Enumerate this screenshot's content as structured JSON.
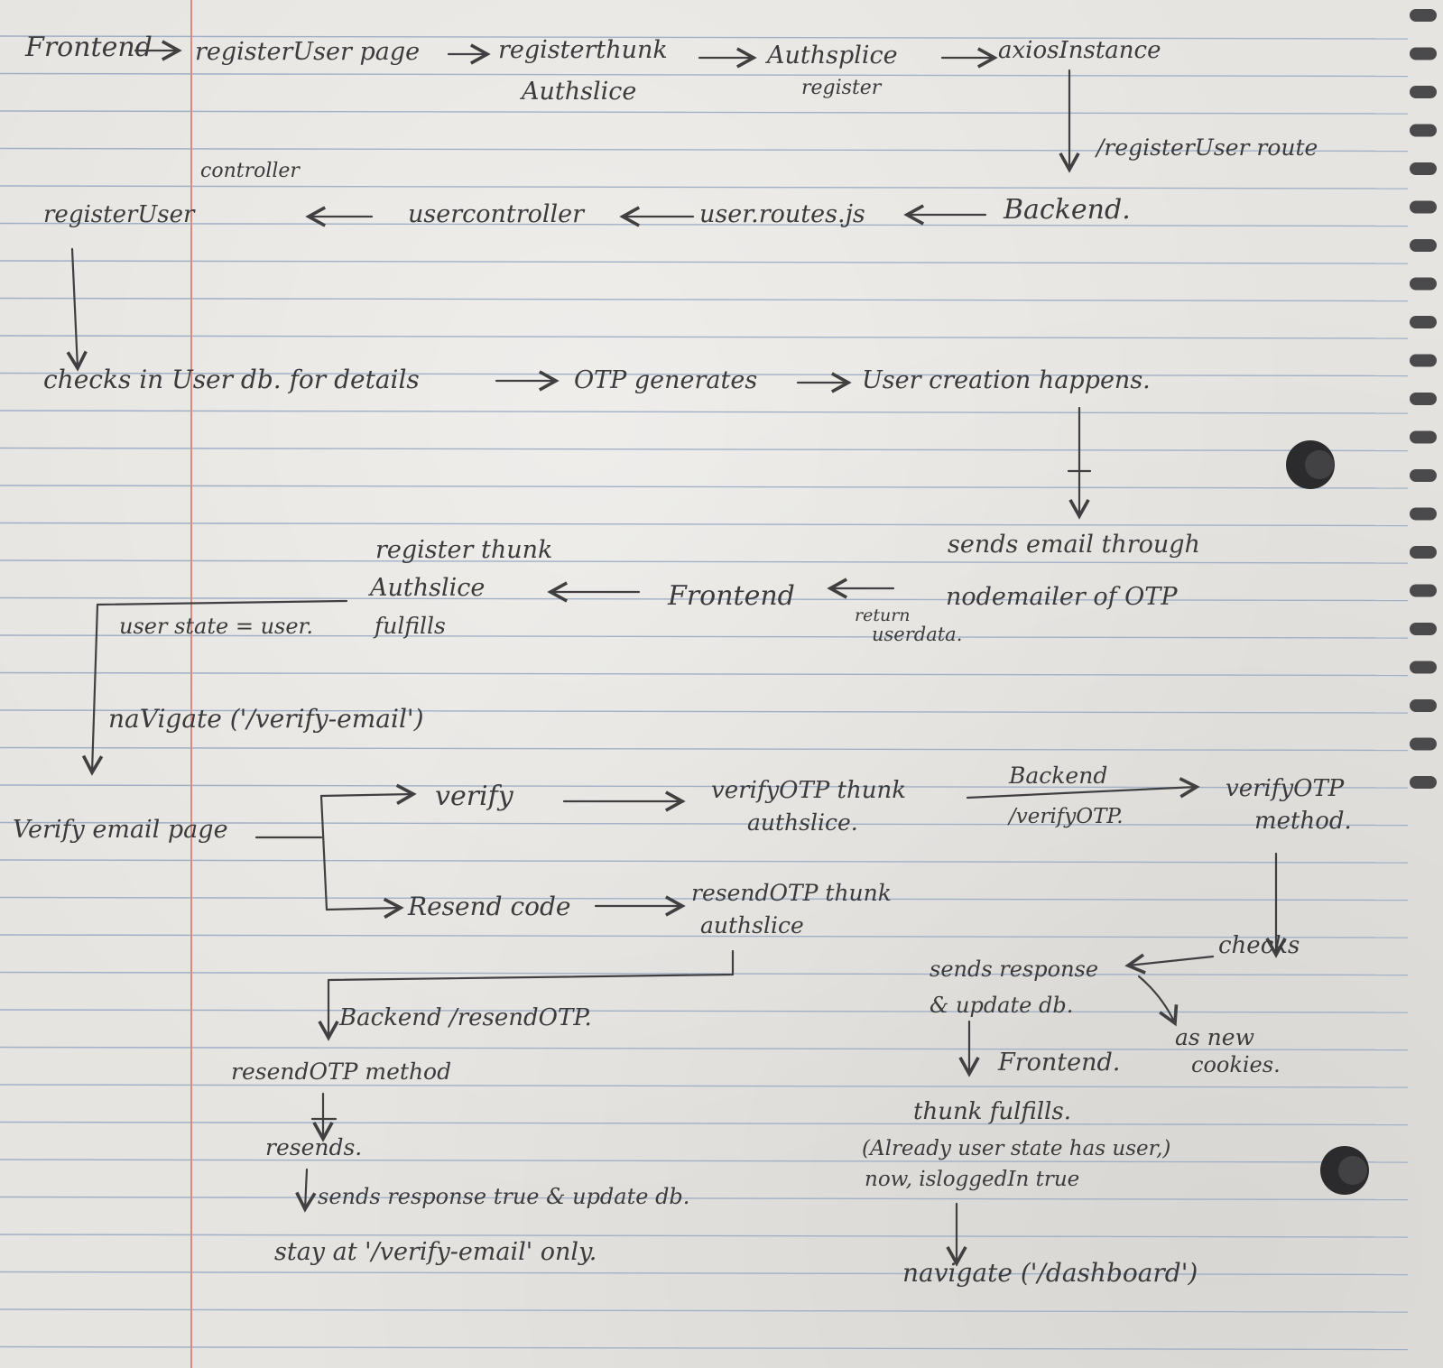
{
  "diagram": {
    "row1": {
      "frontend": "Frontend",
      "register_page": "registerUser page",
      "register_thunk": "registerthunk",
      "register_thunk_sub": "Authslice",
      "authslice": "Authsplice",
      "authslice_sub": "register",
      "axios": "axiosInstance",
      "route": "/registerUser route"
    },
    "row2": {
      "backend": "Backend.",
      "user_routes": "user.routes.js",
      "user_controller": "usercontroller",
      "register_user": "registerUser",
      "controller": "controller"
    },
    "row3": {
      "checks": "checks in User db. for details",
      "otp": "OTP generates",
      "creation": "User creation happens."
    },
    "row4": {
      "sends_email": "sends email through",
      "nodemailer": "nodemailer of OTP",
      "return": "return",
      "userdata": "userdata.",
      "frontend": "Frontend",
      "register_thunk": "register thunk",
      "authslice": "Authslice",
      "fulfills": "fulfills",
      "user_state": "user state = user.",
      "navigate": "naVigate ('/verify-email')"
    },
    "verify": {
      "page": "Verify email page",
      "verify": "verify",
      "verify_thunk": "verifyOTP thunk",
      "verify_thunk_sub": "authslice.",
      "backend": "Backend",
      "backend_route": "/verifyOTP.",
      "method": "verifyOTP",
      "method_sub": "method.",
      "checks": "checks",
      "sends_response": "sends response",
      "update_db": "& update db.",
      "new_cookies": "as new",
      "new_cookies_sub": "cookies.",
      "frontend": "Frontend.",
      "thunk_fulfills": "thunk fulfills.",
      "state_note_1": "(Already user state has user,)",
      "state_note_2": "now, isloggedIn true",
      "navigate_dashboard": "navigate ('/dashboard')"
    },
    "resend": {
      "resend_code": "Resend code",
      "resend_thunk": "resendOTP thunk",
      "resend_thunk_sub": "authslice",
      "backend": "Backend /resendOTP.",
      "method": "resendOTP method",
      "resends": "resends.",
      "sends_response": "sends response true & update db.",
      "stay": "stay at '/verify-email' only."
    }
  }
}
